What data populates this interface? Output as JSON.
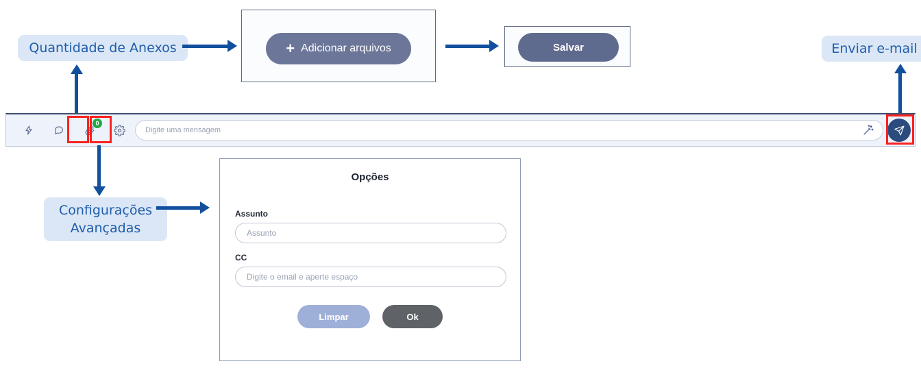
{
  "annotations": {
    "attachments_count": "Quantidade de Anexos",
    "advanced_settings": "Configurações\nAvançadas",
    "send_email": "Enviar e-mail"
  },
  "add_files_panel": {
    "button_label": "Adicionar arquivos",
    "plus_glyph": "+"
  },
  "save_panel": {
    "button_label": "Salvar"
  },
  "toolbar": {
    "icons": [
      {
        "name": "lightning-icon",
        "label": "Ações rápidas"
      },
      {
        "name": "chat-bubble-icon",
        "label": "Mensagens"
      },
      {
        "name": "paperclip-icon",
        "label": "Anexos"
      },
      {
        "name": "gear-icon",
        "label": "Configurações"
      }
    ],
    "attachment_badge_count": "0",
    "message_placeholder": "Digite uma mensagem",
    "message_value": "",
    "magic_wand_name": "magic-wand-icon",
    "send_icon_name": "send-paper-plane-icon"
  },
  "options_dialog": {
    "title": "Opções",
    "subject_label": "Assunto",
    "subject_placeholder": "Assunto",
    "subject_value": "",
    "cc_label": "CC",
    "cc_placeholder": "Digite o email e aperte espaço",
    "cc_value": "",
    "clear_button": "Limpar",
    "ok_button": "Ok"
  },
  "colors": {
    "callout_bg": "#dbe7f6",
    "callout_text": "#1f5dab",
    "arrow": "#12509e",
    "highlight_box": "#fb2121",
    "slate_button": "#6b7699",
    "light_blue_button": "#9fb0d8",
    "gray_button": "#5f6368",
    "send_button": "#2b4a7e",
    "badge_green": "#22a745",
    "toolbar_bg": "#eef2fa"
  }
}
